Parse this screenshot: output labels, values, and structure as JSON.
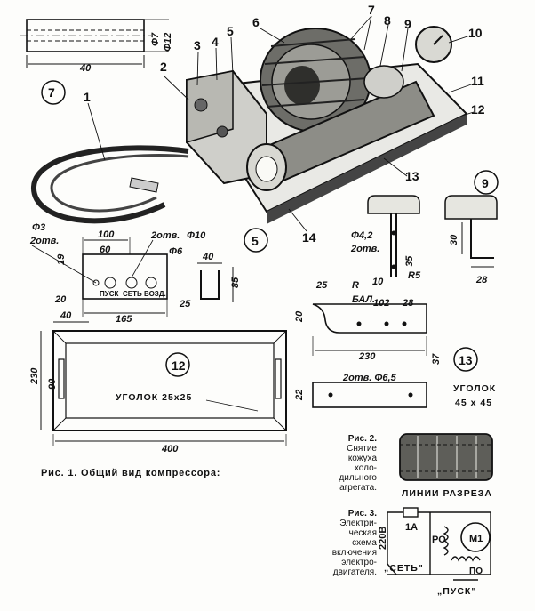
{
  "callouts": [
    "1",
    "2",
    "3",
    "4",
    "5",
    "6",
    "7",
    "8",
    "9",
    "10",
    "11",
    "12",
    "13",
    "14"
  ],
  "part7": {
    "tag": "7",
    "d_inner": "Φ7",
    "d_outer": "Φ12",
    "length": "40"
  },
  "part5": {
    "tag": "5",
    "holes_small": "Φ3",
    "holes_small_count": "2отв.",
    "holes_big_count": "2отв.",
    "holes_big": "Φ10",
    "hole_mid": "Φ6",
    "d100": "100",
    "d60": "60",
    "d19": "19",
    "d20": "20",
    "d165": "165",
    "d25": "25",
    "d40": "40",
    "d85": "85",
    "btn1": "ПУСК",
    "btn2": "СЕТЬ",
    "btn3": "ВОЗД."
  },
  "part9": {
    "tag": "9",
    "hole": "Φ4,2",
    "hole_count": "2отв.",
    "d30": "30",
    "d35": "35",
    "d10": "10",
    "r5": "R5",
    "d28": "28"
  },
  "part13": {
    "tag": "13",
    "d25": "25",
    "r": "R",
    "bal": "БАЛ.",
    "d102": "102",
    "d28": "28",
    "d20": "20",
    "d230": "230",
    "d37": "37",
    "d22": "22",
    "holes": "2отв. Φ6,5",
    "angle_title": "УГОЛОК",
    "angle_size": "45 х 45"
  },
  "part12": {
    "tag": "12",
    "d40": "40",
    "d230": "230",
    "d90": "90",
    "d400": "400",
    "angle": "УГОЛОК 25х25"
  },
  "fig1": {
    "caption": "Рис. 1. Общий вид компрессора:"
  },
  "fig2": {
    "caption_lines": [
      "Рис. 2.",
      "Снятие",
      "кожуха",
      "холо-",
      "дильного",
      "агрегата."
    ],
    "cut": "ЛИНИИ РАЗРЕЗА"
  },
  "fig3": {
    "caption_lines": [
      "Рис. 3.",
      "Электри-",
      "ческая",
      "схема",
      "включения",
      "электро-",
      "двигателя."
    ],
    "voltage": "220В",
    "fuse": "1А",
    "ro": "РО",
    "motor": "М1",
    "po": "ПО",
    "net": "„СЕТЬ\"",
    "start": "„ПУСК\""
  },
  "colors": {
    "ink": "#111111",
    "paper": "#fdfdfb"
  }
}
